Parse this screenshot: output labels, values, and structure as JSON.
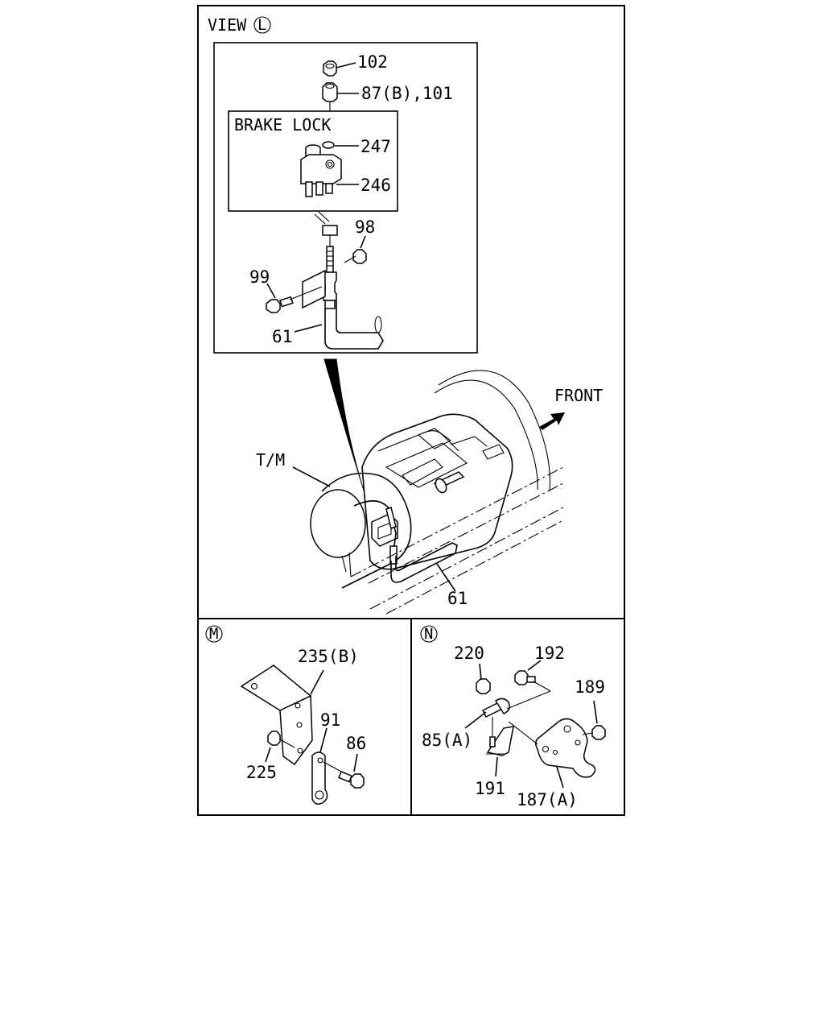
{
  "view_l": {
    "title": "VIEW",
    "circle_letter": "L",
    "brake_lock_label": "BRAKE LOCK",
    "front_label": "FRONT",
    "tm_label": "T/M",
    "callouts": {
      "c102": "102",
      "c87": "87(B),101",
      "c247": "247",
      "c246": "246",
      "c98": "98",
      "c99": "99",
      "c61_detail": "61",
      "c61_main": "61"
    }
  },
  "view_m": {
    "circle_letter": "M",
    "callouts": {
      "c235": "235(B)",
      "c91": "91",
      "c86": "86",
      "c225": "225"
    }
  },
  "view_n": {
    "circle_letter": "N",
    "callouts": {
      "c220": "220",
      "c192": "192",
      "c189": "189",
      "c85": "85(A)",
      "c191": "191",
      "c187": "187(A)"
    }
  }
}
